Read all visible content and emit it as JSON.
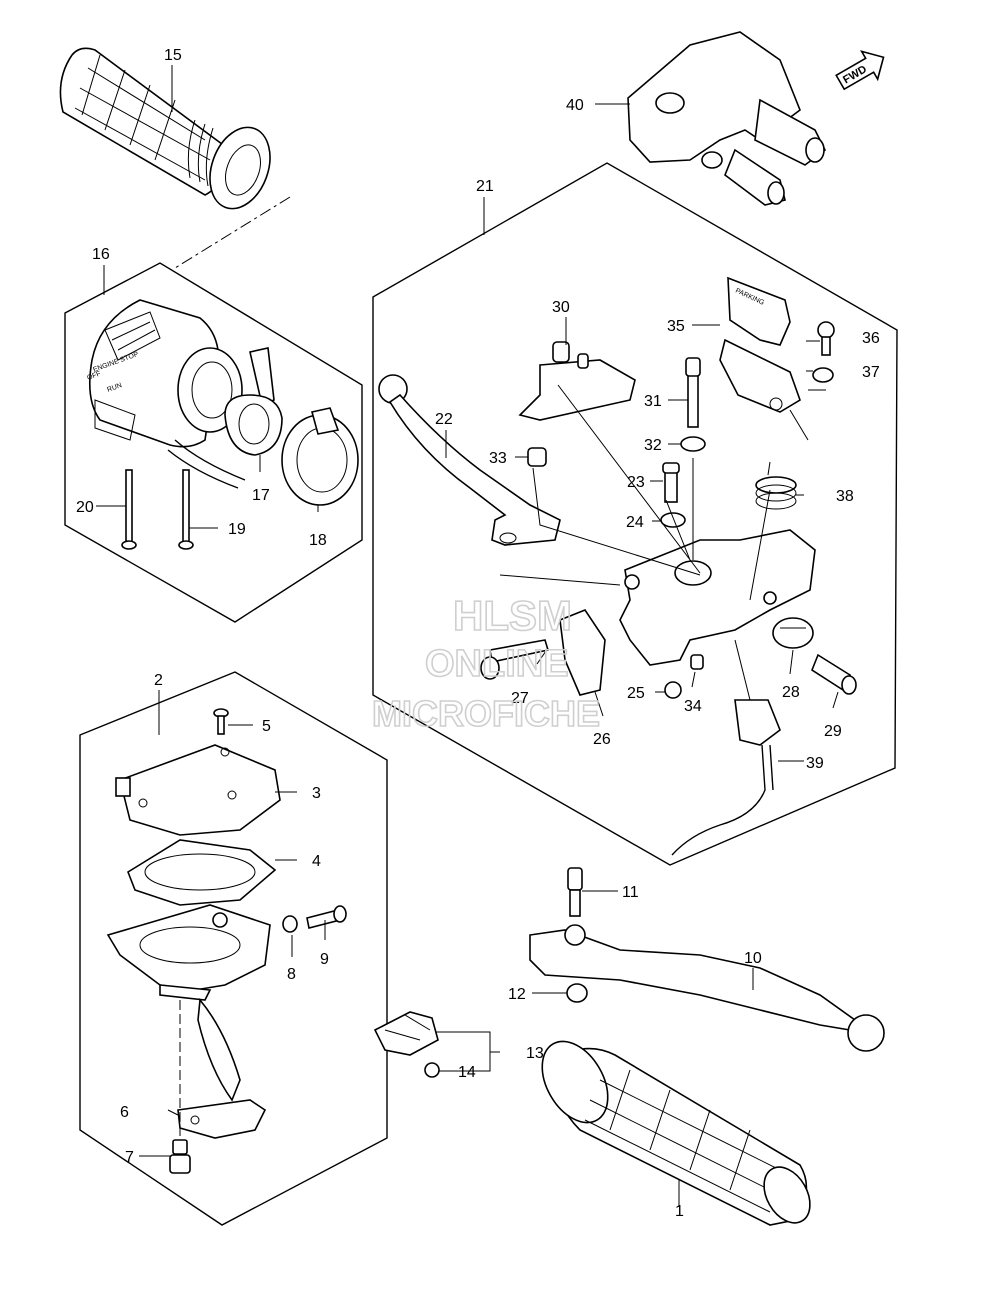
{
  "watermark": {
    "line1": "HLSM",
    "line2": "ONLINE",
    "line3": "MICROFICHE"
  },
  "direction_arrow": {
    "label": "FWD",
    "icon": "forward-arrow-icon"
  },
  "part_labels": {
    "p1": "1",
    "p2": "2",
    "p3": "3",
    "p4": "4",
    "p5": "5",
    "p6": "6",
    "p7": "7",
    "p8": "8",
    "p9": "9",
    "p10": "10",
    "p11": "11",
    "p12": "12",
    "p13": "13",
    "p14": "14",
    "p15": "15",
    "p16": "16",
    "p17": "17",
    "p18": "18",
    "p19": "19",
    "p20": "20",
    "p21": "21",
    "p22": "22",
    "p23": "23",
    "p24": "24",
    "p25": "25",
    "p26": "26",
    "p27": "27",
    "p28": "28",
    "p29": "29",
    "p30": "30",
    "p31": "31",
    "p32": "32",
    "p33": "33",
    "p34": "34",
    "p35": "35",
    "p36": "36",
    "p37": "37",
    "p38": "38",
    "p39": "39",
    "p40": "40"
  },
  "switch_markings": {
    "engine_stop": "ENGINE STOP",
    "run": "RUN",
    "off": "OFF",
    "parking": "PARKING"
  }
}
